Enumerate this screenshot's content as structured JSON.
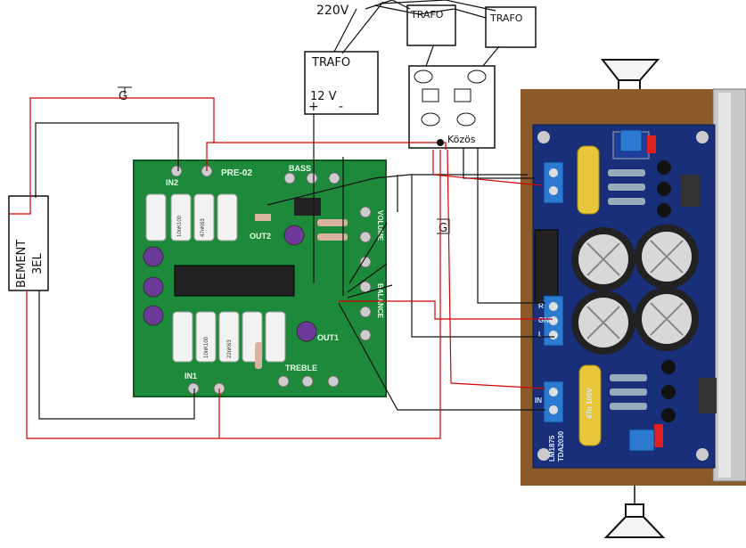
{
  "labels": {
    "mains_voltage": "220V",
    "trafo_left": "TRAFO",
    "trafo_right": "TRAFO",
    "trafo_12v_title": "TRAFO",
    "trafo_12v_voltage": "12 V",
    "plus": "+",
    "minus": "-",
    "ground_symbol_top": "G",
    "ground_symbol_mid": "G",
    "input_box_line1": "BEMENT",
    "input_box_line2": "3EL",
    "common_label": "Közös"
  },
  "preamp": {
    "board_name": "PRE-02",
    "in2": "IN2",
    "in1": "IN1",
    "out1": "OUT1",
    "out2": "OUT2",
    "bass": "BASS",
    "treble": "TREBLE",
    "volume": "VOLUME",
    "balance": "BALANCE",
    "resistor_a": "10nK100",
    "resistor_b": "10nK100",
    "resistor_c": "47nK63",
    "resistor_d": "22nK63"
  },
  "amp": {
    "chip": "LM1875",
    "chip_alt": "TDA2030",
    "cap_label": "47n 100V",
    "pin_r": "R",
    "pin_in": "IN",
    "pin_gnd": "GND",
    "pin_l": "L"
  },
  "colors": {
    "pcb_green": "#1c8a3a",
    "pcb_blue": "#1a2f7a",
    "wood": "#8b5a2b",
    "wire_red": "#d00000",
    "wire_black": "#111111"
  }
}
